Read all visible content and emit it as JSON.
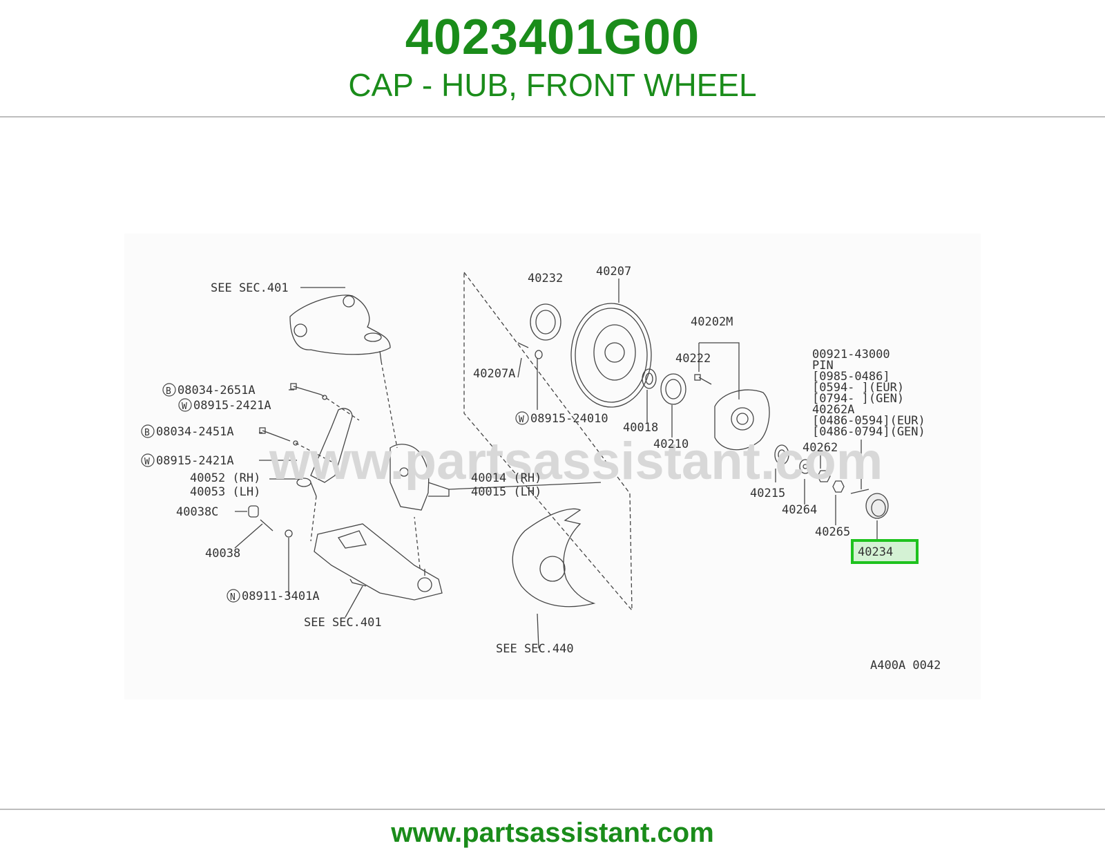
{
  "header": {
    "part_number": "4023401G00",
    "description": "CAP - HUB, FRONT WHEEL"
  },
  "footer": {
    "url": "www.partsassistant.com"
  },
  "colors": {
    "brand_green": "#1a8c1a",
    "highlight_box": "#1ec21e",
    "rule": "#bdbdbd"
  },
  "diagram": {
    "watermark": "www.partsassistant.com",
    "diagram_code": "A400A 0042",
    "highlighted_part": "40234",
    "labels": {
      "see_sec_401_top": "SEE SEC.401",
      "l08034_2651a": "08034-2651A",
      "l08915_2421a_1": "08915-2421A",
      "l08034_2451a": "08034-2451A",
      "l08915_2421a_2": "08915-2421A",
      "l40052": "40052 (RH)",
      "l40053": "40053 (LH)",
      "l40038c": "40038C",
      "l40038": "40038",
      "l08911_3401a": "08911-3401A",
      "see_sec_401_bottom": "SEE SEC.401",
      "see_sec_440": "SEE SEC.440",
      "l40014": "40014 (RH)",
      "l40015": "40015 (LH)",
      "l40232": "40232",
      "l40207": "40207",
      "l40207a": "40207A",
      "l08915_24010": "08915-24010",
      "l40018": "40018",
      "l40210": "40210",
      "l40202m": "40202M",
      "l40222": "40222",
      "l40215": "40215",
      "l40264": "40264",
      "l40262": "40262",
      "l40265": "40265",
      "l00921": "00921-43000",
      "l_pin": "PIN",
      "l_0985": "[0985-0486]",
      "l_0594": "[0594-     ](EUR)",
      "l_0794": "[0794-     ](GEN)",
      "l40262a": "40262A",
      "l_0486a": "[0486-0594](EUR)",
      "l_0486b": "[0486-0794](GEN)"
    },
    "badges": {
      "b": "B",
      "w": "W",
      "n": "N"
    }
  }
}
